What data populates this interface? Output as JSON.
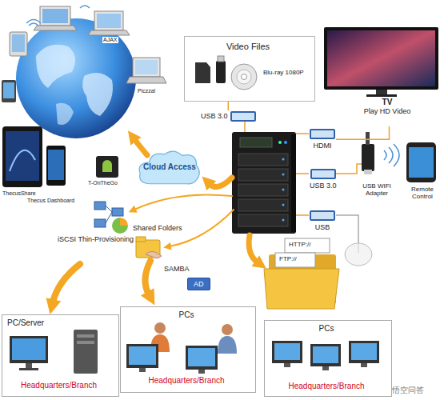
{
  "diagram": {
    "nodes": [
      {
        "text": [
          "Video Files",
          "Blu-ray 1080P"
        ]
      },
      {
        "text": [
          "USB 3.0"
        ]
      },
      {
        "text": [
          "TV",
          "Play HD Video"
        ]
      },
      {
        "text": [
          "HDMI"
        ]
      },
      {
        "text": [
          "USB 3.0"
        ]
      },
      {
        "text": [
          "USB"
        ]
      },
      {
        "text": [
          "Cloud Access"
        ]
      },
      {
        "text": [
          "AD"
        ]
      },
      {
        "text": [
          "PC/Server",
          "Headquarters/Branch"
        ]
      },
      {
        "text": [
          "PCs",
          "Headquarters/Branch"
        ]
      },
      {
        "text": [
          "PCs",
          "Headquarters/Branch"
        ]
      }
    ],
    "edges": [
      {
        "from": 1,
        "to": 0,
        "arrow": "none"
      },
      {
        "from": 3,
        "to": 2,
        "arrow": "none"
      }
    ],
    "labels": [
      "USB WIFI Adapter",
      "Remote Control",
      "iSCSI Thin-Provisioning",
      "Shared Folders",
      "SAMBA",
      "HTTP://",
      "FTP://",
      "AJAX",
      "Piczza!",
      "ThecusShare",
      "Thecus Dashboard",
      "T-OnTheGo",
      "悟空问答"
    ]
  }
}
